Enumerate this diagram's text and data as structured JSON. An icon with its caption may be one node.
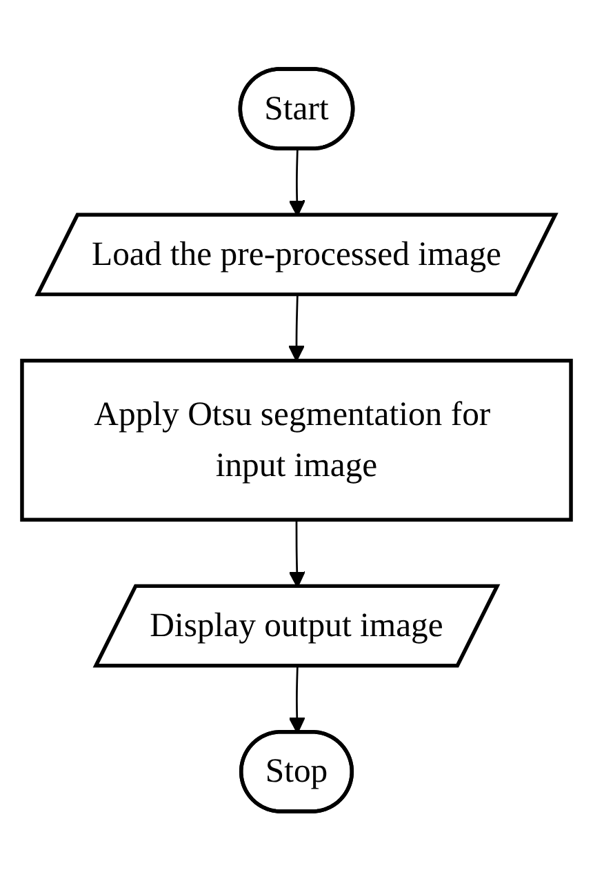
{
  "diagram": {
    "nodes": [
      {
        "text": [
          "Start"
        ]
      },
      {
        "text": [
          "Load the pre-processed image"
        ]
      },
      {
        "text": [
          "Apply Otsu segmentation for input image"
        ]
      },
      {
        "text": [
          "Display output image"
        ]
      },
      {
        "text": [
          "Stop"
        ]
      }
    ],
    "edges": [
      {
        "from": 0,
        "to": 1,
        "arrow": "to"
      },
      {
        "from": 1,
        "to": 2,
        "arrow": "to"
      },
      {
        "from": 2,
        "to": 3,
        "arrow": "to"
      },
      {
        "from": 3,
        "to": 4,
        "arrow": "to"
      }
    ]
  }
}
